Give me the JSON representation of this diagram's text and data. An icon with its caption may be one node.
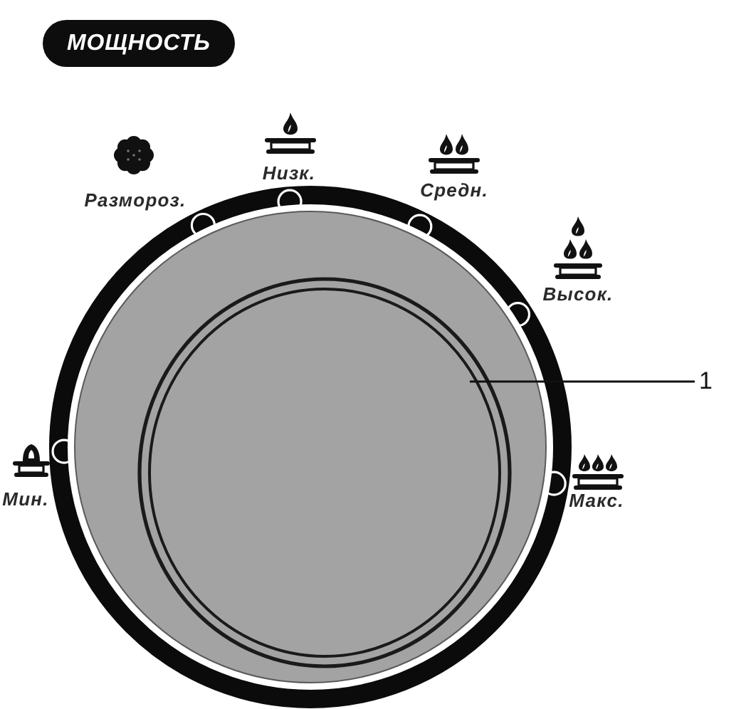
{
  "diagram": {
    "title": "МОЩНОСТЬ",
    "nodes": [
      {
        "text": [],
        "shape": "circle"
      },
      {
        "text": [
          "1"
        ]
      }
    ],
    "edges": [
      {
        "from": 1,
        "to": 0,
        "arrow": "none"
      }
    ],
    "labels": [
      "Размороз.",
      "Низк.",
      "Средн.",
      "Высок.",
      "Мин.",
      "Макс."
    ]
  }
}
